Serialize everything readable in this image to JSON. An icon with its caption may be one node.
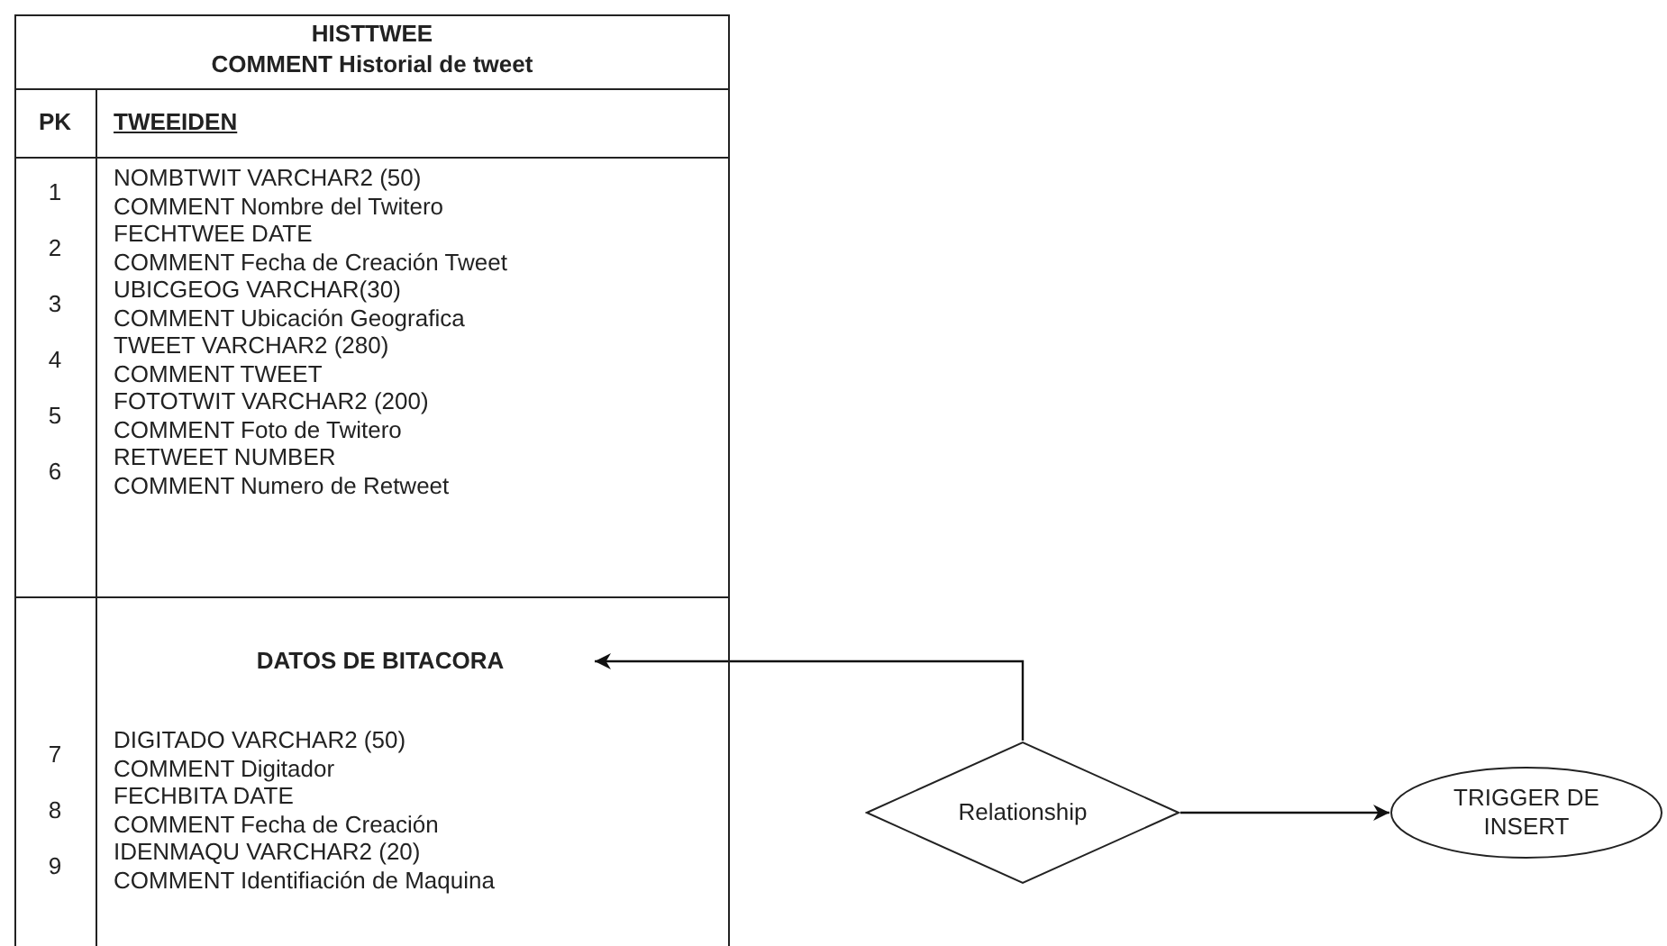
{
  "diagram": {
    "nodes": [
      {
        "text": [
          "HISTTWEE",
          "COMMENT Historial de tweet"
        ]
      },
      {
        "text": [
          "DATOS DE BITACORA"
        ],
        "in": 0
      },
      {
        "text": [
          "Relationship"
        ]
      },
      {
        "text": [
          "TRIGGER DE INSERT"
        ]
      }
    ],
    "edges": [
      {
        "from": 2,
        "to": 1,
        "arrow": "to"
      },
      {
        "from": 2,
        "to": 3,
        "arrow": "to"
      }
    ],
    "labels": [
      "PK",
      "TWEEIDEN",
      "1",
      "NOMBTWIT VARCHAR2 (50)",
      "COMMENT Nombre del Twitero",
      "2",
      "FECHTWEE DATE",
      "COMMENT Fecha de Creación Tweet",
      "3",
      "UBICGEOG VARCHAR(30)",
      "COMMENT Ubicación Geografica",
      "4",
      "TWEET VARCHAR2 (280)",
      "COMMENT TWEET",
      "5",
      "FOTOTWIT VARCHAR2 (200)",
      "COMMENT Foto de Twitero",
      "6",
      "RETWEET NUMBER",
      "COMMENT Numero de Retweet",
      "7",
      "DIGITADO VARCHAR2 (50)",
      "COMMENT Digitador",
      "8",
      "FECHBITA DATE",
      "COMMENT Fecha de Creación",
      "9",
      "IDENMAQU VARCHAR2 (20)",
      "COMMENT Identifiación de Maquina"
    ]
  }
}
